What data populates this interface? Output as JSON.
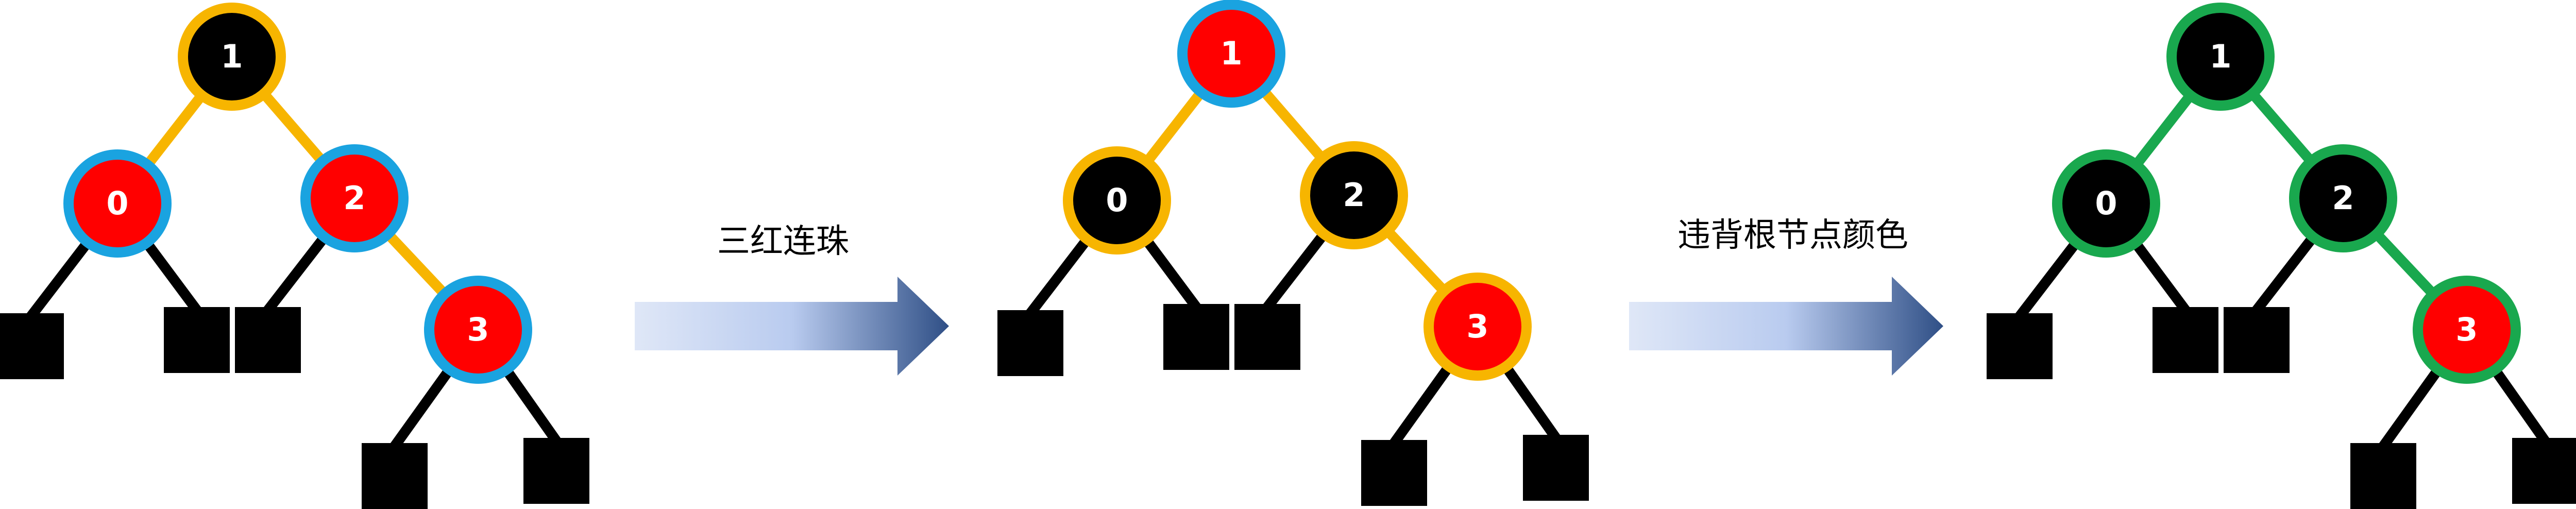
{
  "colors": {
    "node_black": "#000000",
    "node_red": "#ff0000",
    "outline_blue": "#1aa3e0",
    "outline_yellow": "#f7b500",
    "outline_green": "#19a84e",
    "edge_default": "#000000",
    "arrow_start": "#dfe7f7",
    "arrow_mid": "#b9cbef",
    "arrow_end": "#2f4f86",
    "text": "#000000"
  },
  "panels": [
    {
      "id": "panel-1",
      "nodes": [
        {
          "key": "1",
          "label": "1",
          "fill": "node_black",
          "outline": "outline_yellow"
        },
        {
          "key": "0",
          "label": "0",
          "fill": "node_red",
          "outline": "outline_blue"
        },
        {
          "key": "2",
          "label": "2",
          "fill": "node_red",
          "outline": "outline_blue"
        },
        {
          "key": "3",
          "label": "3",
          "fill": "node_red",
          "outline": "outline_blue"
        }
      ],
      "edges": [
        {
          "from": "1",
          "to": "0",
          "color": "outline_yellow"
        },
        {
          "from": "1",
          "to": "2",
          "color": "outline_yellow"
        },
        {
          "from": "2",
          "to": "3",
          "color": "outline_yellow"
        }
      ],
      "nil_leaves": [
        "0-left",
        "0-right",
        "2-left",
        "3-left",
        "3-right"
      ]
    },
    {
      "id": "panel-2",
      "nodes": [
        {
          "key": "1",
          "label": "1",
          "fill": "node_red",
          "outline": "outline_blue"
        },
        {
          "key": "0",
          "label": "0",
          "fill": "node_black",
          "outline": "outline_yellow"
        },
        {
          "key": "2",
          "label": "2",
          "fill": "node_black",
          "outline": "outline_yellow"
        },
        {
          "key": "3",
          "label": "3",
          "fill": "node_red",
          "outline": "outline_yellow"
        }
      ],
      "edges": [
        {
          "from": "1",
          "to": "0",
          "color": "outline_yellow"
        },
        {
          "from": "1",
          "to": "2",
          "color": "outline_yellow"
        },
        {
          "from": "2",
          "to": "3",
          "color": "outline_yellow"
        }
      ],
      "nil_leaves": [
        "0-left",
        "0-right",
        "2-left",
        "3-left",
        "3-right"
      ]
    },
    {
      "id": "panel-3",
      "nodes": [
        {
          "key": "1",
          "label": "1",
          "fill": "node_black",
          "outline": "outline_green"
        },
        {
          "key": "0",
          "label": "0",
          "fill": "node_black",
          "outline": "outline_green"
        },
        {
          "key": "2",
          "label": "2",
          "fill": "node_black",
          "outline": "outline_green"
        },
        {
          "key": "3",
          "label": "3",
          "fill": "node_red",
          "outline": "outline_green"
        }
      ],
      "edges": [
        {
          "from": "1",
          "to": "0",
          "color": "outline_green"
        },
        {
          "from": "1",
          "to": "2",
          "color": "outline_green"
        },
        {
          "from": "2",
          "to": "3",
          "color": "outline_green"
        }
      ],
      "nil_leaves": [
        "0-left",
        "0-right",
        "2-left",
        "3-left",
        "3-right"
      ]
    }
  ],
  "arrows": [
    {
      "id": "arrow-1",
      "label": "三红连珠"
    },
    {
      "id": "arrow-2",
      "label": "违背根节点颜色"
    }
  ]
}
